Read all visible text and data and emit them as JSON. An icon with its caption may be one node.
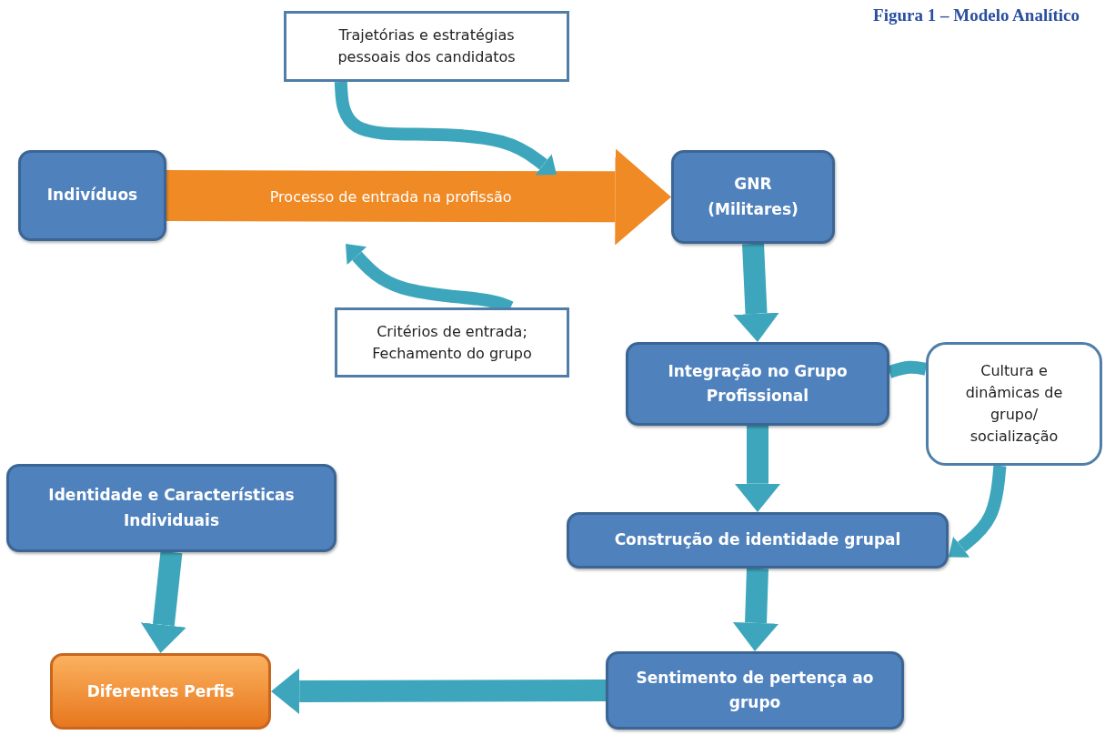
{
  "diagram": {
    "title": "Figura 1 – Modelo Analítico",
    "nodes": [
      {
        "text": [
          "Indivíduos"
        ]
      },
      {
        "text": [
          "GNR (Militares)"
        ]
      },
      {
        "text": [
          "Trajetórias e estratégias pessoais dos candidatos"
        ]
      },
      {
        "text": [
          "Critérios de entrada; Fechamento do grupo"
        ]
      },
      {
        "text": [
          "Integração no Grupo Profissional"
        ]
      },
      {
        "text": [
          "Cultura e dinâmicas de grupo/ socialização"
        ]
      },
      {
        "text": [
          "Construção de identidade grupal"
        ]
      },
      {
        "text": [
          "Sentimento de pertença ao grupo"
        ]
      },
      {
        "text": [
          "Identidade e Características Individuais"
        ]
      },
      {
        "text": [
          "Diferentes Perfis"
        ]
      }
    ],
    "edges": [
      {
        "from": 0,
        "to": 1,
        "arrow": "to",
        "label": "Processo de entrada na profissão",
        "style": "thick",
        "color": "#f08a24"
      },
      {
        "from": 2,
        "to": null,
        "arrow": "to"
      },
      {
        "from": 3,
        "to": null,
        "arrow": "to"
      },
      {
        "from": 1,
        "to": 4,
        "arrow": "to"
      },
      {
        "from": 4,
        "to": 6,
        "arrow": "to"
      },
      {
        "from": 6,
        "to": 7,
        "arrow": "to"
      },
      {
        "from": 8,
        "to": 9,
        "arrow": "to"
      },
      {
        "from": 7,
        "to": 9,
        "arrow": "to"
      },
      {
        "from": 4,
        "to": 5,
        "arrow": "none"
      },
      {
        "from": 5,
        "to": 6,
        "arrow": "to"
      }
    ]
  }
}
